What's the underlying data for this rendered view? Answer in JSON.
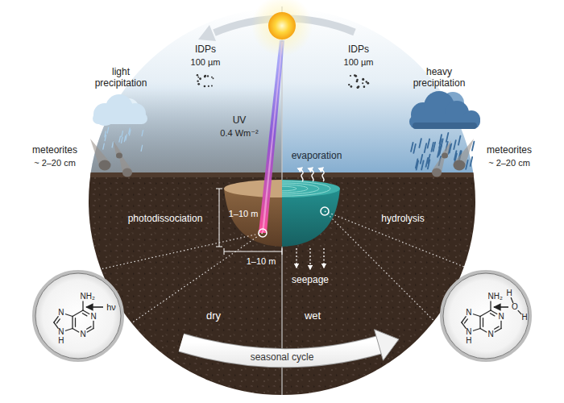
{
  "diagram": {
    "labels": [
      "IDPs",
      "100 µm",
      "IDPs",
      "100 µm",
      "light precipitation",
      "heavy precipitation",
      "UV",
      "0.4 Wm⁻²",
      "meteorites",
      "~ 2–20 cm",
      "meteorites",
      "~ 2–20 cm",
      "evaporation",
      "photodissociation",
      "1–10 m",
      "1–10 m",
      "hydrolysis",
      "seepage",
      "dry",
      "wet",
      "seasonal cycle",
      "NH₂",
      "hν",
      "N",
      "N",
      "N",
      "N",
      "H",
      "NH₂",
      "H",
      "O",
      "H",
      "N",
      "N",
      "N",
      "N",
      "H"
    ]
  }
}
